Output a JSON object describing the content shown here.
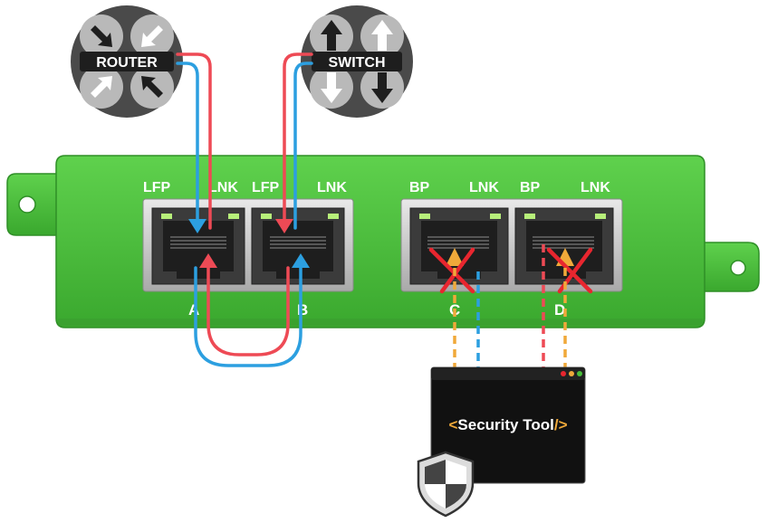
{
  "devices": {
    "router": {
      "label": "ROUTER"
    },
    "switch": {
      "label": "SWITCH"
    }
  },
  "ports": {
    "group1_labels": [
      "LFP",
      "LNK",
      "LFP",
      "LNK"
    ],
    "group2_labels": [
      "BP",
      "LNK",
      "BP",
      "LNK"
    ],
    "letters": [
      "A",
      "B",
      "C",
      "D"
    ]
  },
  "security_tool": {
    "label_open": "<",
    "label_text": "Security Tool",
    "label_close": "/>"
  },
  "colors": {
    "board": "#49bf3b",
    "board_dark": "#2f8f27",
    "red": "#ee4a55",
    "blue": "#2c9fe0",
    "orange": "#f0a93a",
    "cross": "#e8262f",
    "tool_bg": "#111111",
    "tool_accent": "#f0a93a"
  }
}
